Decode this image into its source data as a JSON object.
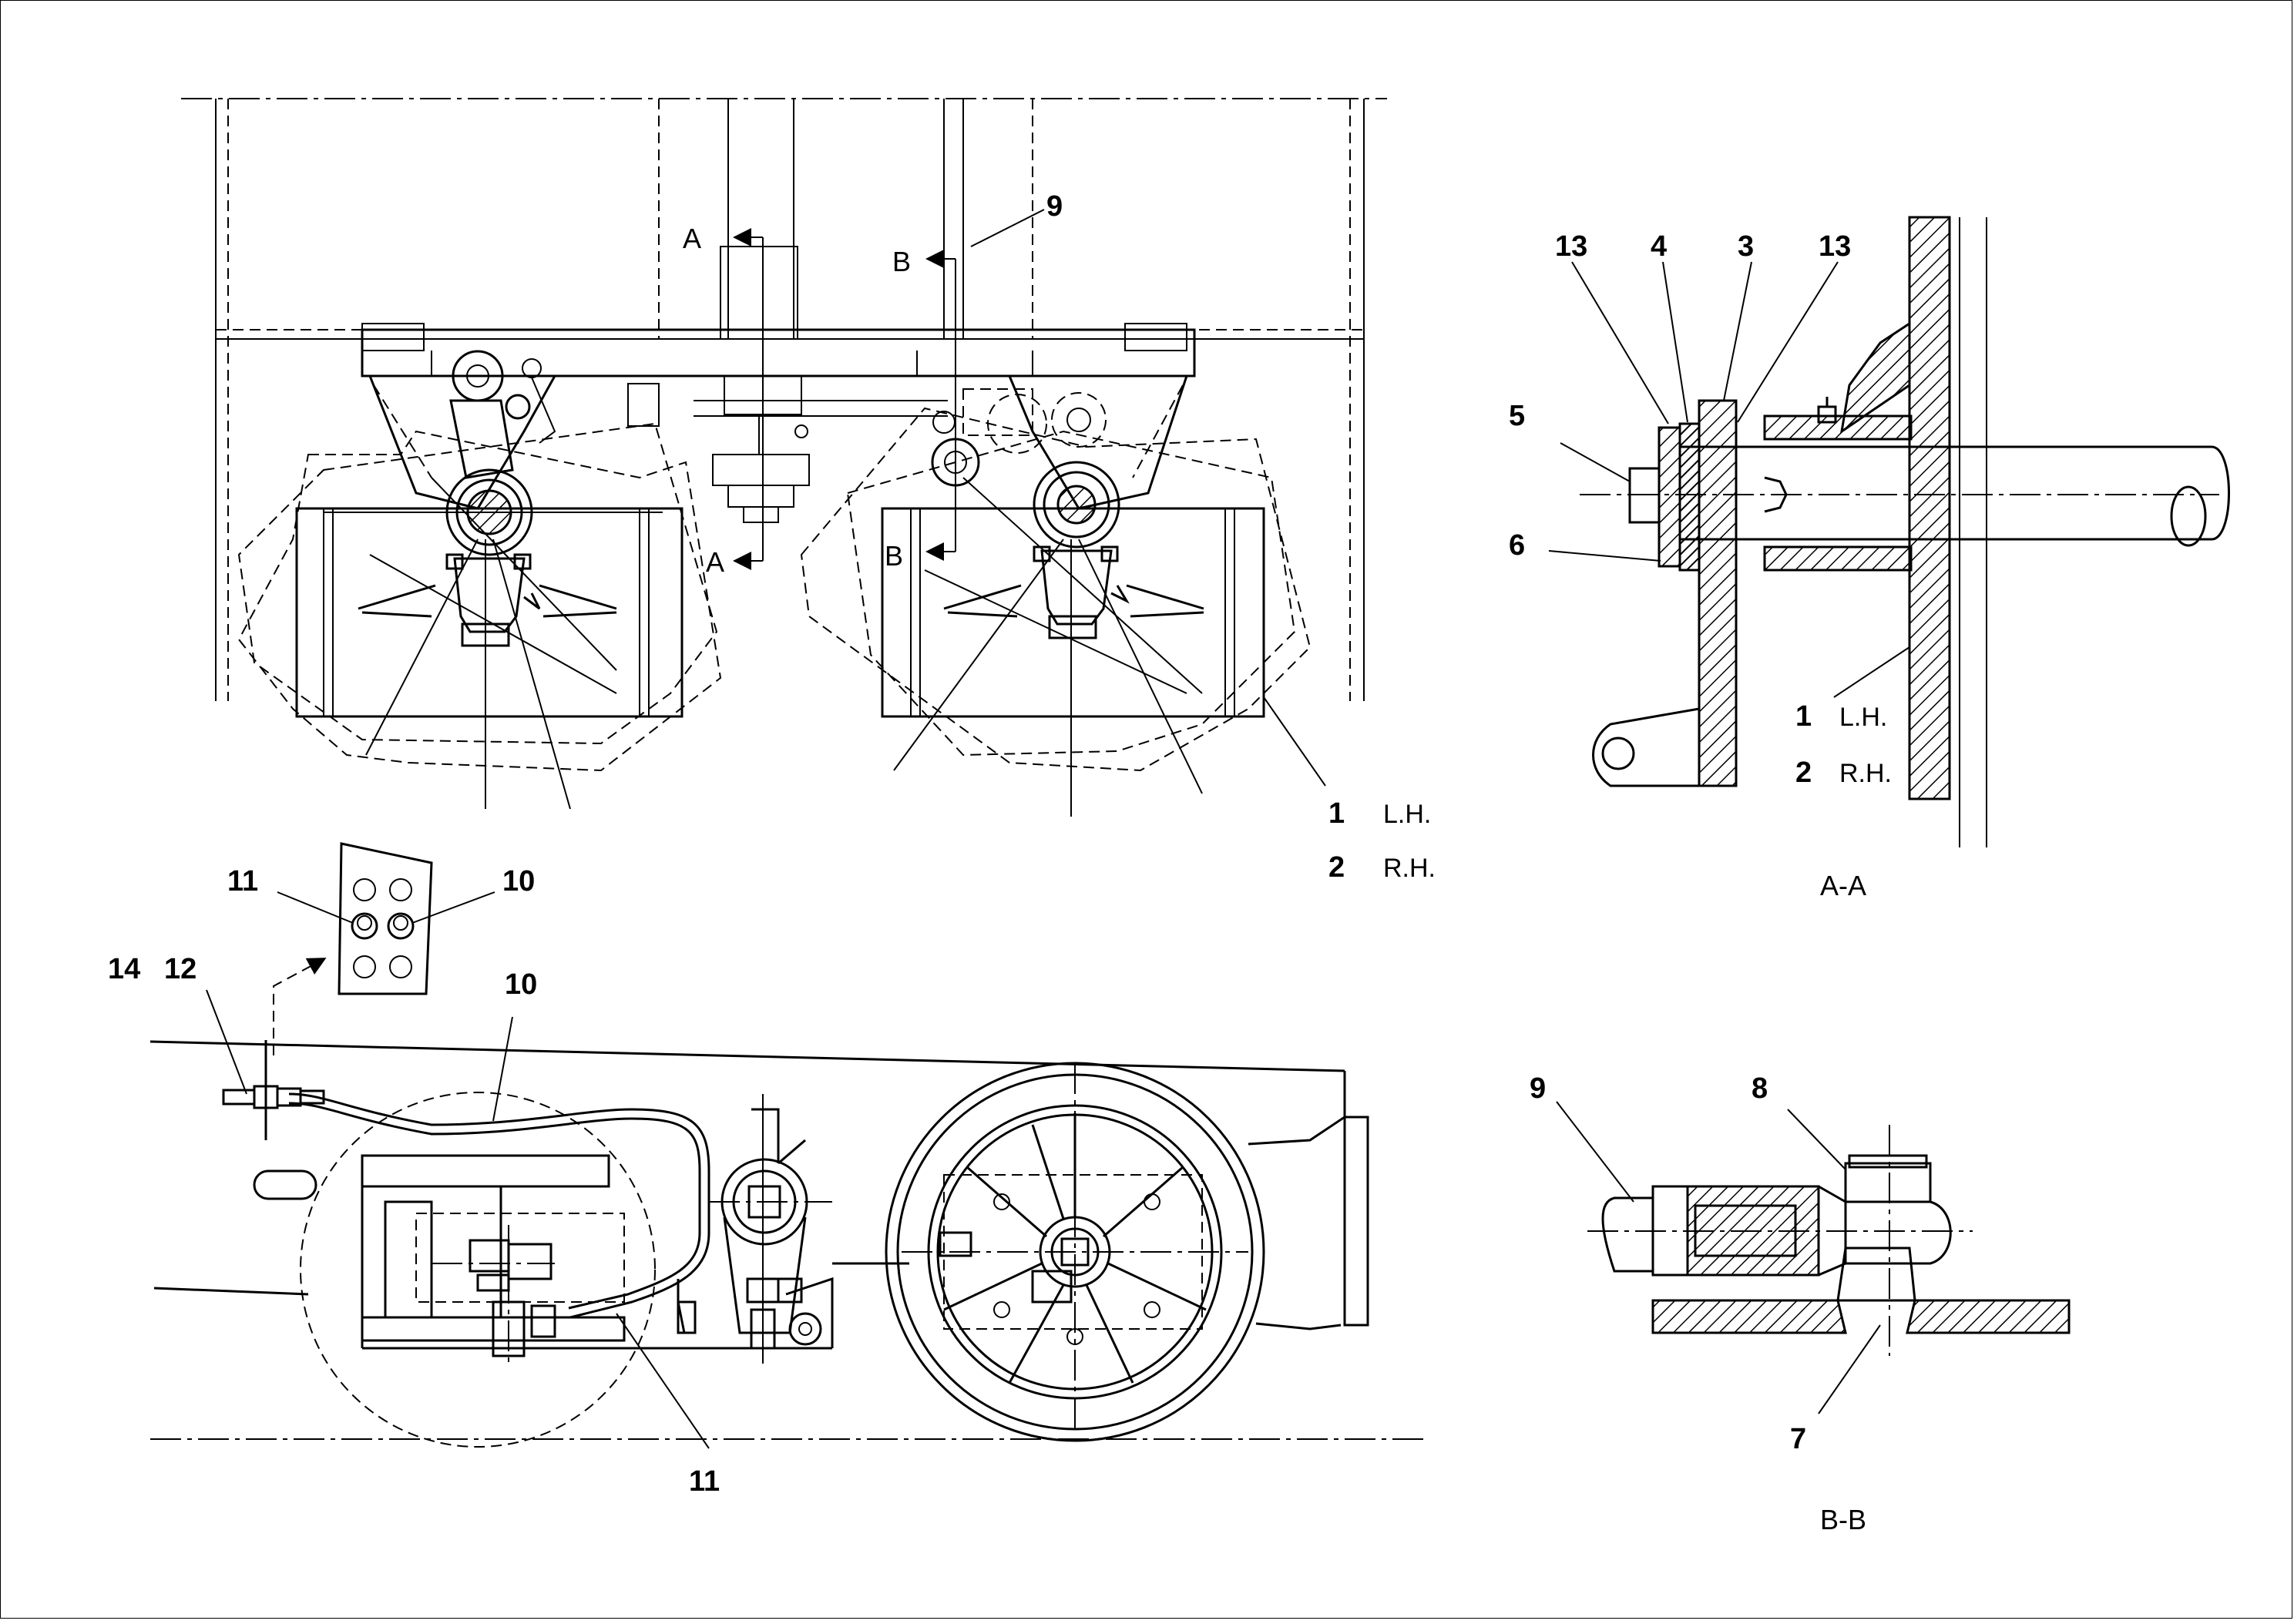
{
  "callouts": {
    "n9_top": "9",
    "n1": "1",
    "n2": "2",
    "n11": "11",
    "n10": "10",
    "n14": "14",
    "n12": "12",
    "n10b": "10",
    "n11b": "11",
    "aa_13a": "13",
    "aa_4": "4",
    "aa_3": "3",
    "aa_13b": "13",
    "aa_5": "5",
    "aa_6": "6",
    "aa_1": "1",
    "aa_2": "2",
    "bb_9": "9",
    "bb_8": "8",
    "bb_7": "7"
  },
  "texts": {
    "lh": "L.H.",
    "rh": "R.H.",
    "aa_lh": "L.H.",
    "aa_rh": "R.H."
  },
  "section_marks": {
    "a_top": "A",
    "a_bottom": "A",
    "b_top": "B",
    "b_bottom": "B"
  },
  "section_titles": {
    "aa": "A-A",
    "bb": "B-B"
  }
}
